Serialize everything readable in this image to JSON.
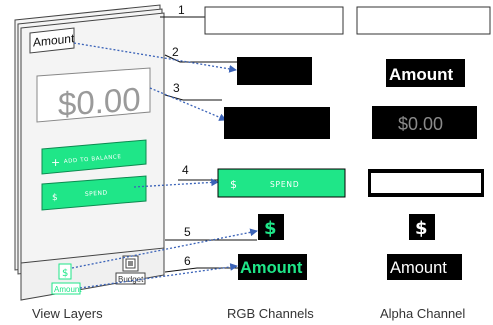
{
  "diagram": {
    "captions": {
      "view_layers": "View Layers",
      "rgb_channels": "RGB Channels",
      "alpha_channel": "Alpha Channel"
    },
    "step_numbers": [
      "1",
      "2",
      "3",
      "4",
      "5",
      "6"
    ],
    "phone": {
      "amount_label": "Amount",
      "balance_display": "$0.00",
      "add_button_icon": "+",
      "add_button_label": "ADD TO BALANCE",
      "spend_button_icon": "$",
      "spend_button_label": "SPEND",
      "tab_amount_icon": "$",
      "tab_amount_label": "Amount",
      "tab_budget_label": "Budget"
    },
    "rgb": {
      "layer2_text": "",
      "layer3_text": "",
      "spend_icon": "$",
      "spend_label": "SPEND",
      "dollar_icon": "$",
      "amount_text": "Amount"
    },
    "alpha": {
      "amount_text": "Amount",
      "balance_text": "$0.00",
      "dollar_icon": "$",
      "amount_bottom_text": "Amount"
    },
    "colors": {
      "accent_green": "#1fe688",
      "dark_fill": "#000000",
      "arrow_blue": "#3b63b8",
      "phone_bg": "#f4f4f4"
    }
  }
}
